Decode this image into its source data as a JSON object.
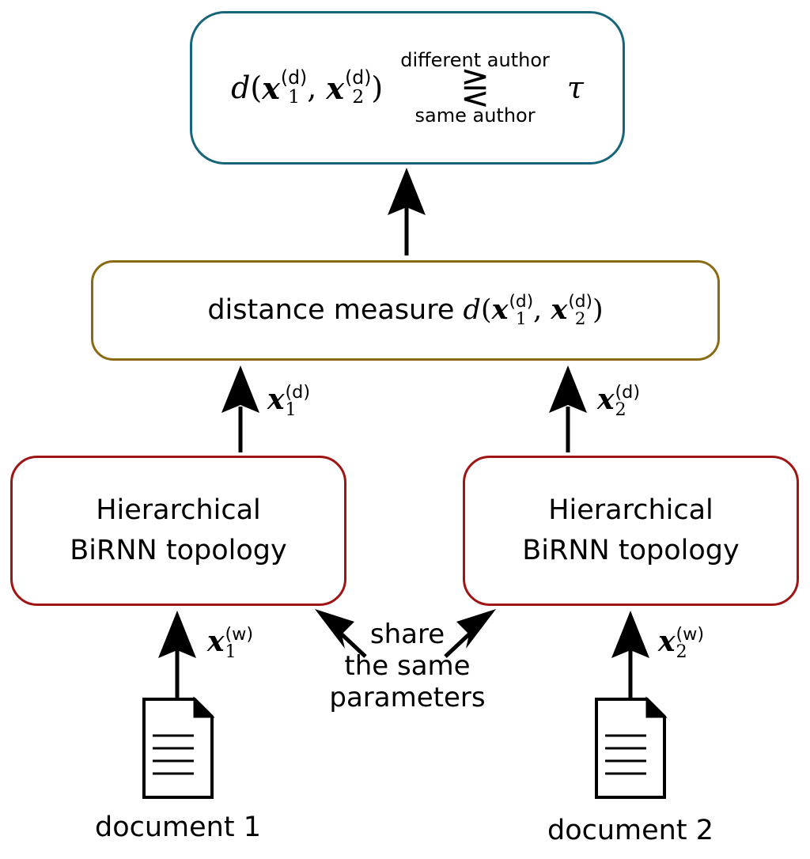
{
  "decision": {
    "d": "d",
    "x": "x",
    "sub1": "1",
    "sub2": "2",
    "sup": "(d)",
    "above": "different author",
    "relation": "⋛",
    "below": "same author",
    "tau": "τ"
  },
  "distance": {
    "prefix": "distance measure",
    "d": "d",
    "x": "x",
    "sub1": "1",
    "sub2": "2",
    "sup": "(d)"
  },
  "encoder1": {
    "line1": "Hierarchical",
    "line2": "BiRNN topology"
  },
  "encoder2": {
    "line1": "Hierarchical",
    "line2": "BiRNN topology"
  },
  "labels": {
    "x": "x",
    "sub1": "1",
    "sub2": "2",
    "sup_d": "(d)",
    "sup_w": "(w)"
  },
  "share": {
    "line1": "share",
    "line2": "the same",
    "line3": "parameters"
  },
  "documents": {
    "doc1": "document 1",
    "doc2": "document 2",
    "icon": "document-icon"
  }
}
